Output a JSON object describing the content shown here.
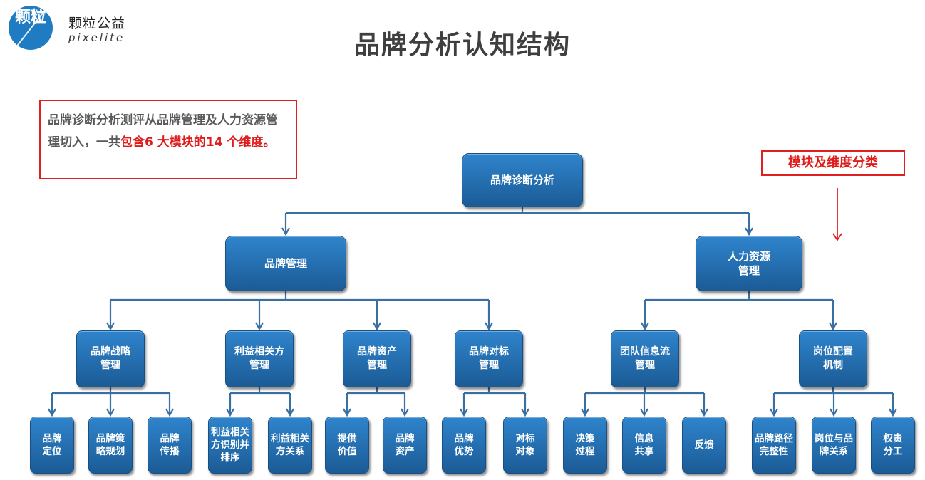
{
  "logo": {
    "mark": "颗粒",
    "name_cn": "颗粒公益",
    "name_en": "pixelite"
  },
  "title": "品牌分析认知结构",
  "note": {
    "part1": "品牌诊断分析测评从品牌管理及人力资源管理切入，一共",
    "part2": "包含6 大模块的14 个维度。",
    "highlight_color": "#e01b1b"
  },
  "category_label": "模块及维度分类",
  "colors": {
    "node": "#2a78bd",
    "connector": "#3a6fa3",
    "accent_red": "#e02020"
  },
  "tree": {
    "label": "品牌诊断分析",
    "children": [
      {
        "label": "品牌管理",
        "children": [
          {
            "label": "品牌战略\n管理",
            "children": [
              {
                "label": "品牌\n定位"
              },
              {
                "label": "品牌策\n略规划"
              },
              {
                "label": "品牌\n传播"
              }
            ]
          },
          {
            "label": "利益相关方\n管理",
            "children": [
              {
                "label": "利益相关\n方识别并\n排序"
              },
              {
                "label": "利益相关\n方关系"
              }
            ]
          },
          {
            "label": "品牌资产\n管理",
            "children": [
              {
                "label": "提供\n价值"
              },
              {
                "label": "品牌\n资产"
              }
            ]
          },
          {
            "label": "品牌对标\n管理",
            "children": [
              {
                "label": "品牌\n优势"
              },
              {
                "label": "对标\n对象"
              }
            ]
          }
        ]
      },
      {
        "label": "人力资源\n管理",
        "children": [
          {
            "label": "团队信息流\n管理",
            "children": [
              {
                "label": "决策\n过程"
              },
              {
                "label": "信息\n共享"
              },
              {
                "label": "反馈"
              }
            ]
          },
          {
            "label": "岗位配置\n机制",
            "children": [
              {
                "label": "品牌路径\n完整性"
              },
              {
                "label": "岗位与品\n牌关系"
              },
              {
                "label": "权责\n分工"
              }
            ]
          }
        ]
      }
    ]
  }
}
